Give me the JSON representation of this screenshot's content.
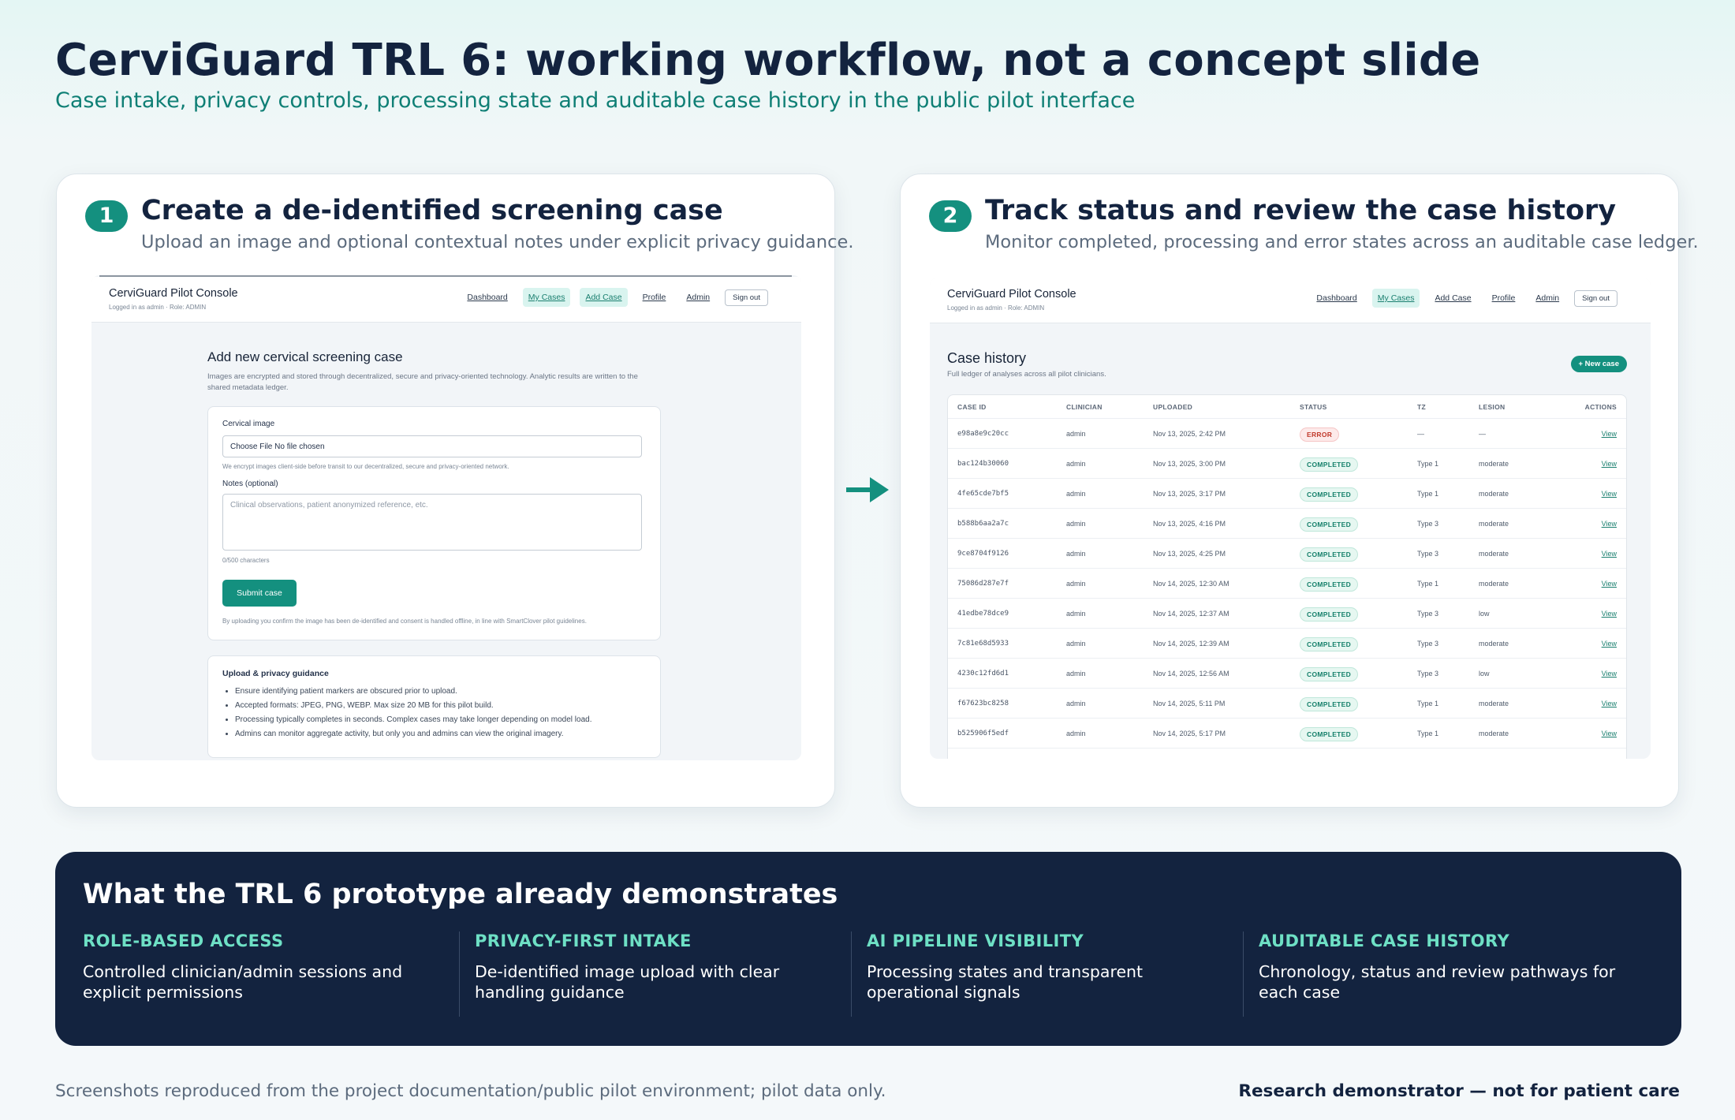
{
  "header": {
    "title": "CerviGuard TRL 6: working workflow, not a concept slide",
    "subtitle": "Case intake, privacy controls, processing state and auditable case history in the public pilot interface"
  },
  "panels": [
    {
      "step": "1",
      "title": "Create a de-identified screening case",
      "subtitle": "Upload an image and optional contextual notes under explicit privacy guidance."
    },
    {
      "step": "2",
      "title": "Track status and review the case history",
      "subtitle": "Monitor completed, processing and error states across an auditable case ledger."
    }
  ],
  "console": {
    "brand": "CerviGuard Pilot Console",
    "login": "Logged in as admin · Role: ADMIN",
    "nav": [
      "Dashboard",
      "My Cases",
      "Add Case",
      "Profile",
      "Admin"
    ],
    "sign_out": "Sign out"
  },
  "intake": {
    "title": "Add new cervical screening case",
    "description": "Images are encrypted and stored through decentralized, secure and privacy-oriented technology. Analytic results are written to the shared metadata ledger.",
    "image_label": "Cervical image",
    "file_value": "Choose File No file chosen",
    "file_hint": "We encrypt images client-side before transit to our decentralized, secure and privacy-oriented network.",
    "notes_label": "Notes (optional)",
    "notes_placeholder": "Clinical observations, patient anonymized reference, etc.",
    "char_count": "0/500 characters",
    "submit": "Submit case",
    "consent": "By uploading you confirm the image has been de-identified and consent is handled offline, in line with SmartClover pilot guidelines.",
    "guidance_title": "Upload & privacy guidance",
    "guidance": [
      "Ensure identifying patient markers are obscured prior to upload.",
      "Accepted formats: JPEG, PNG, WEBP. Max size 20 MB for this pilot build.",
      "Processing typically completes in seconds. Complex cases may take longer depending on model load.",
      "Admins can monitor aggregate activity, but only you and admins can view the original imagery."
    ]
  },
  "history": {
    "title": "Case history",
    "subtitle": "Full ledger of analyses across all pilot clinicians.",
    "new_case": "+ New case",
    "columns": [
      "CASE ID",
      "CLINICIAN",
      "UPLOADED",
      "STATUS",
      "TZ",
      "LESION",
      "ACTIONS"
    ],
    "rows": [
      {
        "id": "e98a8e9c20cc",
        "clinician": "admin",
        "uploaded": "Nov 13, 2025, 2:42 PM",
        "status": "ERROR",
        "tz": "—",
        "lesion": "—",
        "action": "View"
      },
      {
        "id": "bac124b30060",
        "clinician": "admin",
        "uploaded": "Nov 13, 2025, 3:00 PM",
        "status": "COMPLETED",
        "tz": "Type 1",
        "lesion": "moderate",
        "action": "View"
      },
      {
        "id": "4fe65cde7bf5",
        "clinician": "admin",
        "uploaded": "Nov 13, 2025, 3:17 PM",
        "status": "COMPLETED",
        "tz": "Type 1",
        "lesion": "moderate",
        "action": "View"
      },
      {
        "id": "b588b6aa2a7c",
        "clinician": "admin",
        "uploaded": "Nov 13, 2025, 4:16 PM",
        "status": "COMPLETED",
        "tz": "Type 3",
        "lesion": "moderate",
        "action": "View"
      },
      {
        "id": "9ce8704f9126",
        "clinician": "admin",
        "uploaded": "Nov 13, 2025, 4:25 PM",
        "status": "COMPLETED",
        "tz": "Type 3",
        "lesion": "moderate",
        "action": "View"
      },
      {
        "id": "75086d287e7f",
        "clinician": "admin",
        "uploaded": "Nov 14, 2025, 12:30 AM",
        "status": "COMPLETED",
        "tz": "Type 1",
        "lesion": "moderate",
        "action": "View"
      },
      {
        "id": "41edbe78dce9",
        "clinician": "admin",
        "uploaded": "Nov 14, 2025, 12:37 AM",
        "status": "COMPLETED",
        "tz": "Type 3",
        "lesion": "low",
        "action": "View"
      },
      {
        "id": "7c81e68d5933",
        "clinician": "admin",
        "uploaded": "Nov 14, 2025, 12:39 AM",
        "status": "COMPLETED",
        "tz": "Type 3",
        "lesion": "moderate",
        "action": "View"
      },
      {
        "id": "4230c12fd6d1",
        "clinician": "admin",
        "uploaded": "Nov 14, 2025, 12:56 AM",
        "status": "COMPLETED",
        "tz": "Type 3",
        "lesion": "low",
        "action": "View"
      },
      {
        "id": "f67623bc8258",
        "clinician": "admin",
        "uploaded": "Nov 14, 2025, 5:11 PM",
        "status": "COMPLETED",
        "tz": "Type 1",
        "lesion": "moderate",
        "action": "View"
      },
      {
        "id": "b525906f5edf",
        "clinician": "admin",
        "uploaded": "Nov 14, 2025, 5:17 PM",
        "status": "COMPLETED",
        "tz": "Type 1",
        "lesion": "moderate",
        "action": "View"
      }
    ]
  },
  "summary": {
    "title": "What the TRL 6 prototype already demonstrates",
    "columns": [
      {
        "head": "ROLE-BASED ACCESS",
        "text": "Controlled clinician/admin sessions and explicit permissions"
      },
      {
        "head": "PRIVACY-FIRST INTAKE",
        "text": "De-identified image upload with clear handling guidance"
      },
      {
        "head": "AI PIPELINE VISIBILITY",
        "text": "Processing states and transparent operational signals"
      },
      {
        "head": "AUDITABLE CASE HISTORY",
        "text": "Chronology, status and review pathways for each case"
      }
    ]
  },
  "footer": {
    "note": "Screenshots reproduced from the project documentation/public pilot environment; pilot data only.",
    "disclaimer": "Research demonstrator — not for patient care"
  },
  "colors": {
    "navy": "#13233f",
    "teal": "#14907f",
    "accent_mint": "#6ee0c5",
    "error": "#c0392b"
  },
  "icons": {
    "flow_arrow": "arrow-right-icon"
  }
}
